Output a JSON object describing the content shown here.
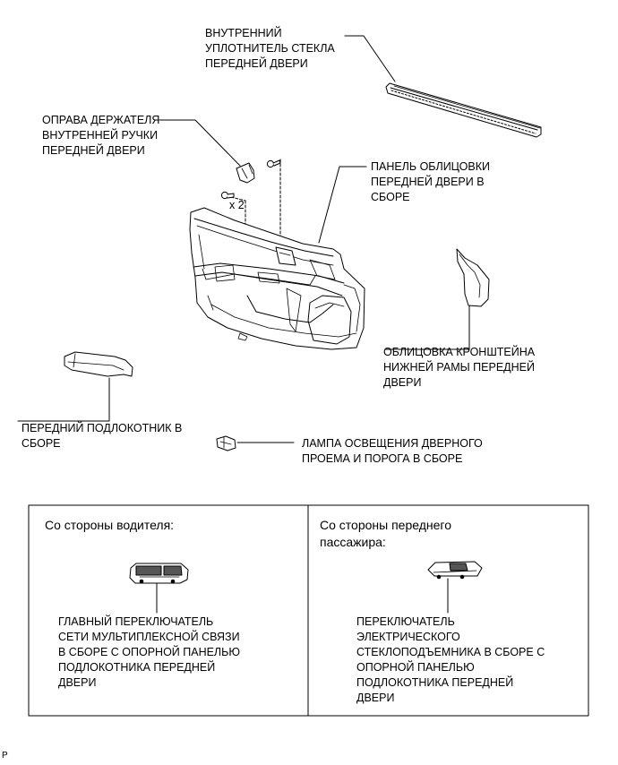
{
  "labels": {
    "glass_weatherstrip": "ВНУТРЕННИЙ\nУПЛОТНИТЕЛЬ СТЕКЛА\nПЕРЕДНЕЙ ДВЕРИ",
    "handle_bezel": "ОПРАВА ДЕРЖАТЕЛЯ\nВНУТРЕННЕЙ РУЧКИ\nПЕРЕДНЕЙ ДВЕРИ",
    "trim_board": "ПАНЕЛЬ ОБЛИЦОВКИ\nПЕРЕДНЕЙ ДВЕРИ В\nСБОРЕ",
    "frame_garnish": "ОБЛИЦОВКА КРОНШТЕЙНА\nНИЖНЕЙ РАМЫ ПЕРЕДНЕЙ\nДВЕРИ",
    "armrest": "ПЕРЕДНИЙ ПОДЛОКОТНИК В\nСБОРЕ",
    "courtesy_lamp": "ЛАМПА ОСВЕЩЕНИЯ ДВЕРНОГО\nПРОЕМА И ПОРОГА В СБОРЕ",
    "screw_count": "x 2"
  },
  "panels": {
    "driver": {
      "title": "Со стороны водителя:",
      "part": "ГЛАВНЫЙ ПЕРЕКЛЮЧАТЕЛЬ\nСЕТИ МУЛЬТИПЛЕКСНОЙ СВЯЗИ\nВ СБОРЕ С ОПОРНОЙ ПАНЕЛЬЮ\nПОДЛОКОТНИКА ПЕРЕДНЕЙ\nДВЕРИ"
    },
    "passenger": {
      "title": "Со стороны переднего\nпассажира:",
      "part": "ПЕРЕКЛЮЧАТЕЛЬ\nЭЛЕКТРИЧЕСКОГО\nСТЕКЛОПОДЪЕМНИКА В СБОРЕ С\nОПОРНОЙ ПАНЕЛЬЮ\nПОДЛОКОТНИКА ПЕРЕДНЕЙ\nДВЕРИ"
    }
  },
  "figure_code": "P"
}
